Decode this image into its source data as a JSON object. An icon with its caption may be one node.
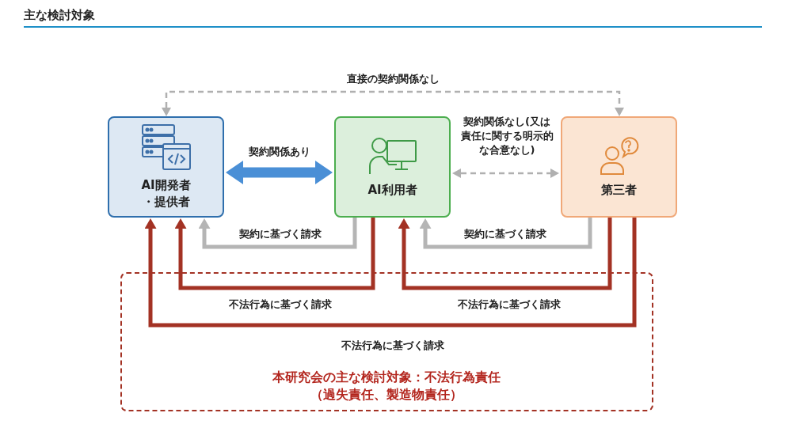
{
  "diagram": {
    "title": "主な検討対象",
    "nodes": [
      {
        "text": [
          "AI開発者・提供者"
        ]
      },
      {
        "text": [
          "AI利用者"
        ]
      },
      {
        "text": [
          "第三者"
        ]
      }
    ],
    "edges": [
      {
        "from": 0,
        "to": 2,
        "arrow": "both",
        "label": "直接の契約関係なし",
        "style": "dashed",
        "color": "#b0b0b0"
      },
      {
        "from": 0,
        "to": 1,
        "arrow": "both",
        "label": "契約関係あり",
        "style": "thick",
        "color": "#4a8fd6"
      },
      {
        "from": 1,
        "to": 2,
        "arrow": "both",
        "label": "契約関係なし(又は責任に関する明示的な合意なし)",
        "style": "dashed",
        "color": "#b0b0b0"
      },
      {
        "from": 1,
        "to": 0,
        "arrow": "to",
        "label": "契約に基づく請求",
        "color": "#b5b5b5"
      },
      {
        "from": 1,
        "to": 0,
        "arrow": "to",
        "label": "不法行為に基づく請求",
        "color": "#a33224"
      },
      {
        "from": 2,
        "to": 1,
        "arrow": "to",
        "label": "契約に基づく請求",
        "color": "#b5b5b5"
      },
      {
        "from": 2,
        "to": 1,
        "arrow": "to",
        "label": "不法行為に基づく請求",
        "color": "#a33224"
      },
      {
        "from": 2,
        "to": 0,
        "arrow": "to",
        "label": "不法行為に基づく請求",
        "color": "#a33224"
      }
    ],
    "labels": [
      "本研究会の主な検討対象：不法行為責任（過失責任、製造物責任）"
    ]
  }
}
